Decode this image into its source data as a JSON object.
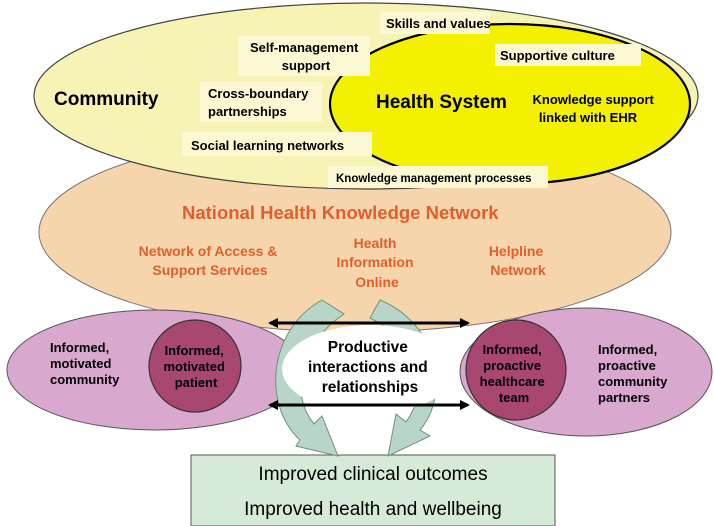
{
  "colors": {
    "community_fill": "#f7f3b4",
    "health_system_fill": "#f3f000",
    "knowledge_network_fill": "#f6d4ac",
    "side_ellipse_fill": "#d8a8cf",
    "inner_circle_fill": "#a84870",
    "outcomes_fill": "#d6ebd7",
    "arrow_fill": "#b8d6c8",
    "label_box_fill": "#fbf8d3",
    "orange_text": "#e0602a"
  },
  "community": {
    "title": "Community",
    "labels": {
      "self_management": [
        "Self-management",
        "support"
      ],
      "cross_boundary": [
        "Cross-boundary",
        "partnerships"
      ],
      "social_learning": "Social learning networks"
    }
  },
  "health_system": {
    "title": "Health System",
    "labels": {
      "skills_values": "Skills and values",
      "supportive_culture": "Supportive culture",
      "knowledge_support": [
        "Knowledge support",
        "linked with EHR"
      ],
      "km_processes": "Knowledge management processes"
    }
  },
  "knowledge_network": {
    "title": "National Health Knowledge Network",
    "access_support": [
      "Network of Access &",
      "Support Services"
    ],
    "health_info": [
      "Health",
      "Information",
      "Online"
    ],
    "helpline": [
      "Helpline",
      "Network"
    ]
  },
  "left_group": {
    "outer": [
      "Informed,",
      "motivated",
      "community"
    ],
    "inner": [
      "Informed,",
      "motivated",
      "patient"
    ]
  },
  "right_group": {
    "inner": [
      "Informed,",
      "proactive",
      "healthcare",
      "team"
    ],
    "outer": [
      "Informed,",
      "proactive",
      "community",
      "partners"
    ]
  },
  "center": [
    "Productive",
    "interactions and",
    "relationships"
  ],
  "outcomes": [
    "Improved clinical outcomes",
    "Improved health and wellbeing"
  ]
}
